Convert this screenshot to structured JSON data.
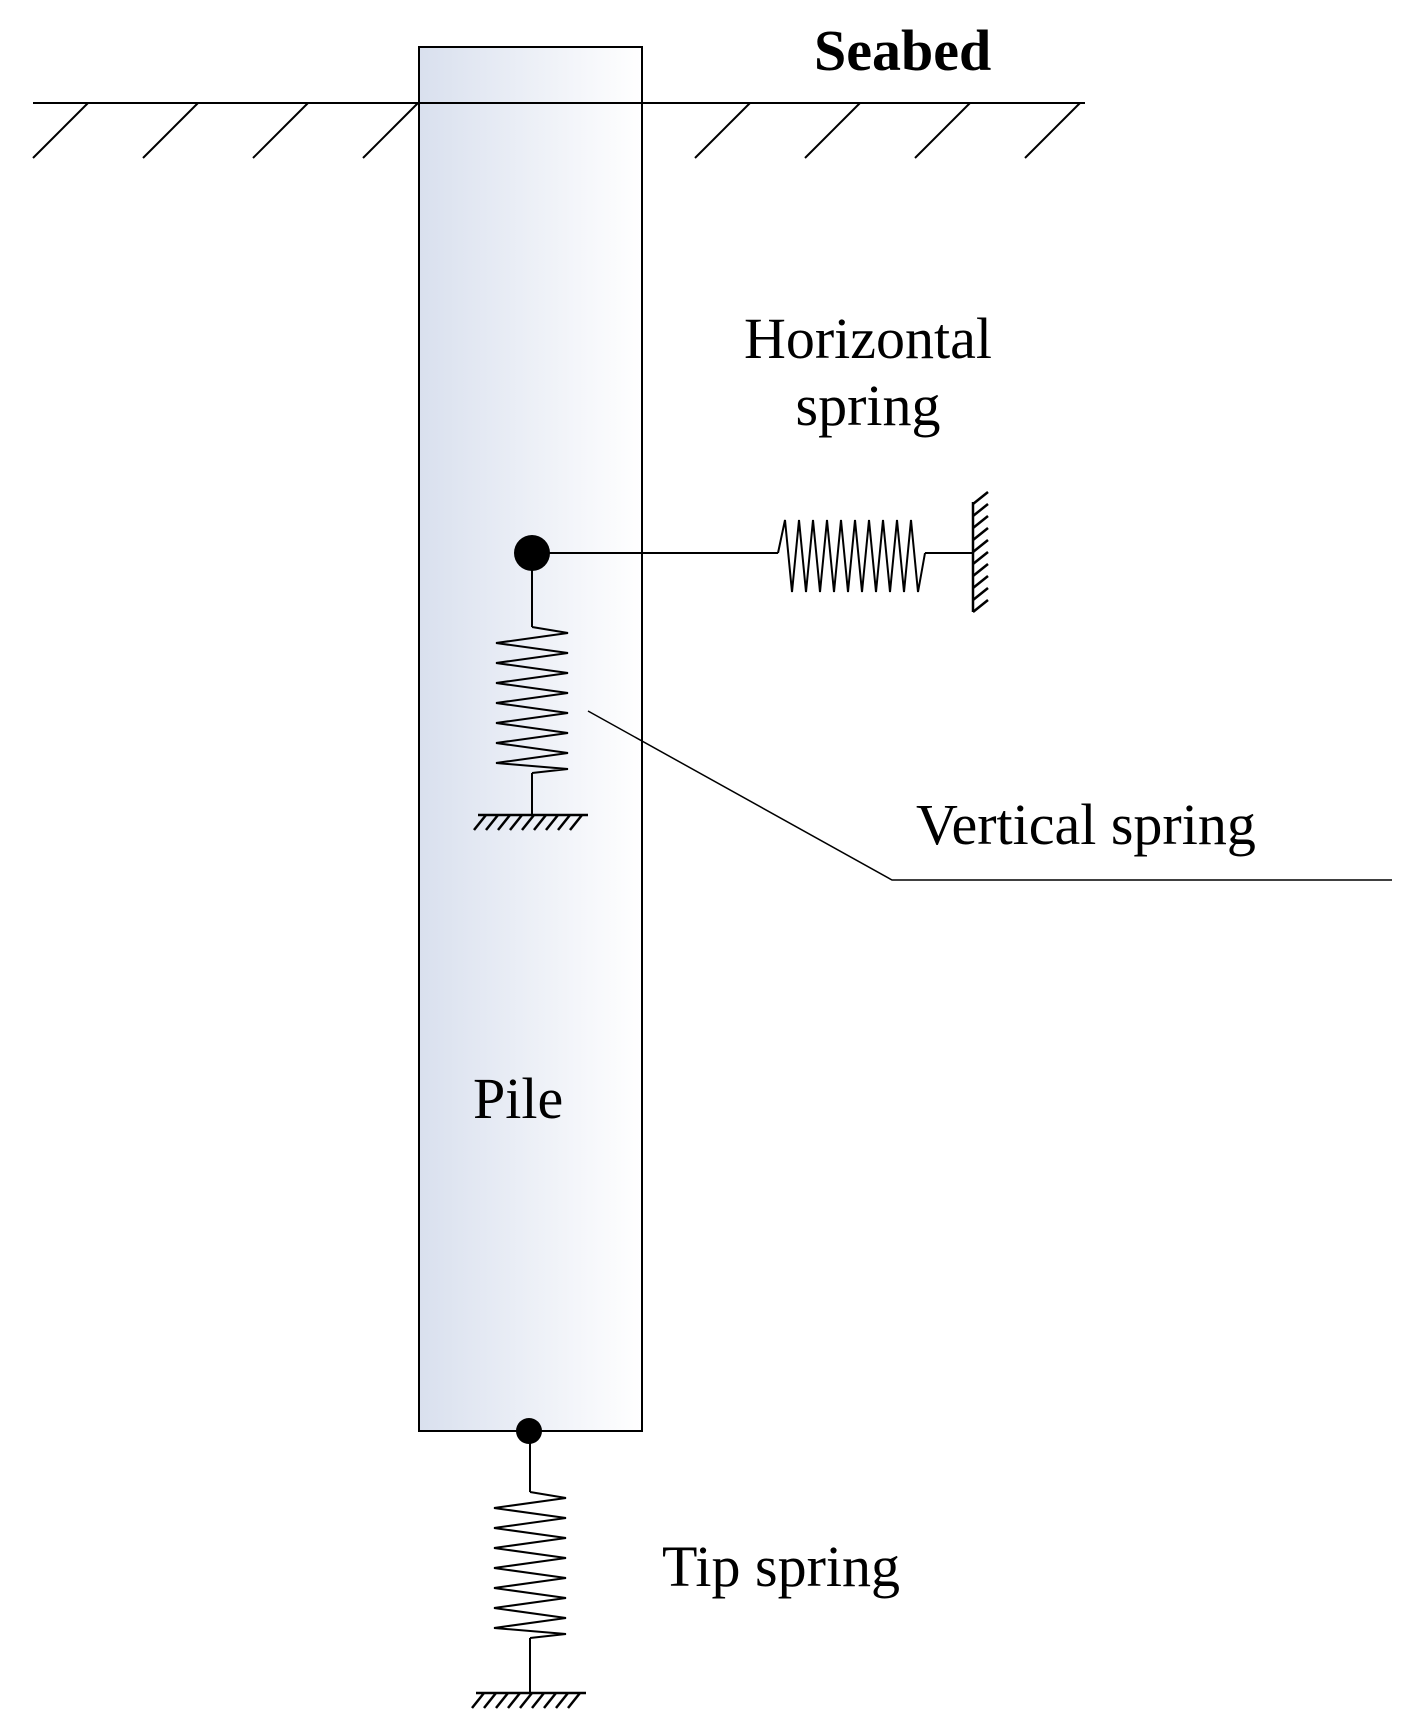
{
  "labels": {
    "seabed": "Seabed",
    "horizontal_spring_line1": "Horizontal",
    "horizontal_spring_line2": "spring",
    "vertical_spring": "Vertical spring",
    "pile": "Pile",
    "tip_spring": "Tip spring"
  },
  "colors": {
    "line": "#000000",
    "pile_gradient_start": "#d9e0ee",
    "pile_gradient_end": "#ffffff",
    "background": "#ffffff"
  }
}
